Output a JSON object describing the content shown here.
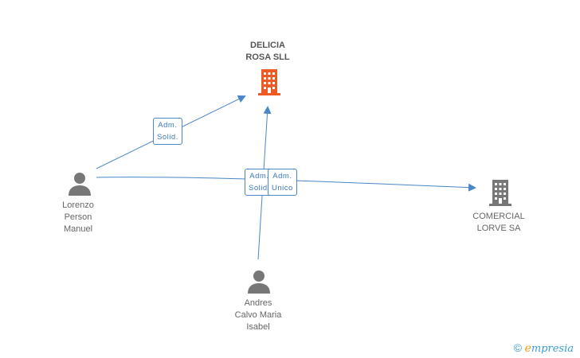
{
  "nodes": {
    "delicia": {
      "line1": "DELICIA",
      "line2": "ROSA SLL"
    },
    "comercial": {
      "line1": "COMERCIAL",
      "line2": "LORVE SA"
    },
    "lorenzo": {
      "line1": "Lorenzo",
      "line2": "Person",
      "line3": "Manuel"
    },
    "andres": {
      "line1": "Andres",
      "line2": "Calvo Maria",
      "line3": "Isabel"
    }
  },
  "edges": {
    "lorenzo_delicia": {
      "line1": "Adm.",
      "line2": "Solid."
    },
    "andres_delicia": {
      "line1": "Adm.",
      "line2": "Solid."
    },
    "lorenzo_comercial": {
      "line1": "Adm.",
      "line2": "Unico"
    }
  },
  "brand": {
    "symbol": "©",
    "first_letter": "e",
    "rest": "mpresia"
  },
  "colors": {
    "edge": "#4a86c8",
    "main_company": "#ee5a24",
    "company": "#777777",
    "person": "#777777"
  }
}
